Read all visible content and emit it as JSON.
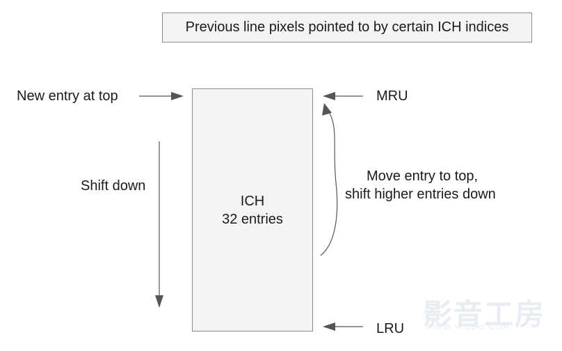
{
  "caption": "Previous line pixels pointed to by certain ICH indices",
  "labels": {
    "new_entry": "New entry at top",
    "mru": "MRU",
    "lru": "LRU",
    "shift_down": "Shift down",
    "move_line1": "Move entry to top,",
    "move_line2": "shift higher entries down"
  },
  "ich": {
    "line1": "ICH",
    "line2": "32 entries"
  },
  "colors": {
    "line": "#555555",
    "box_border": "#8c8c8c",
    "box_fill": "#f4f4f4"
  }
}
